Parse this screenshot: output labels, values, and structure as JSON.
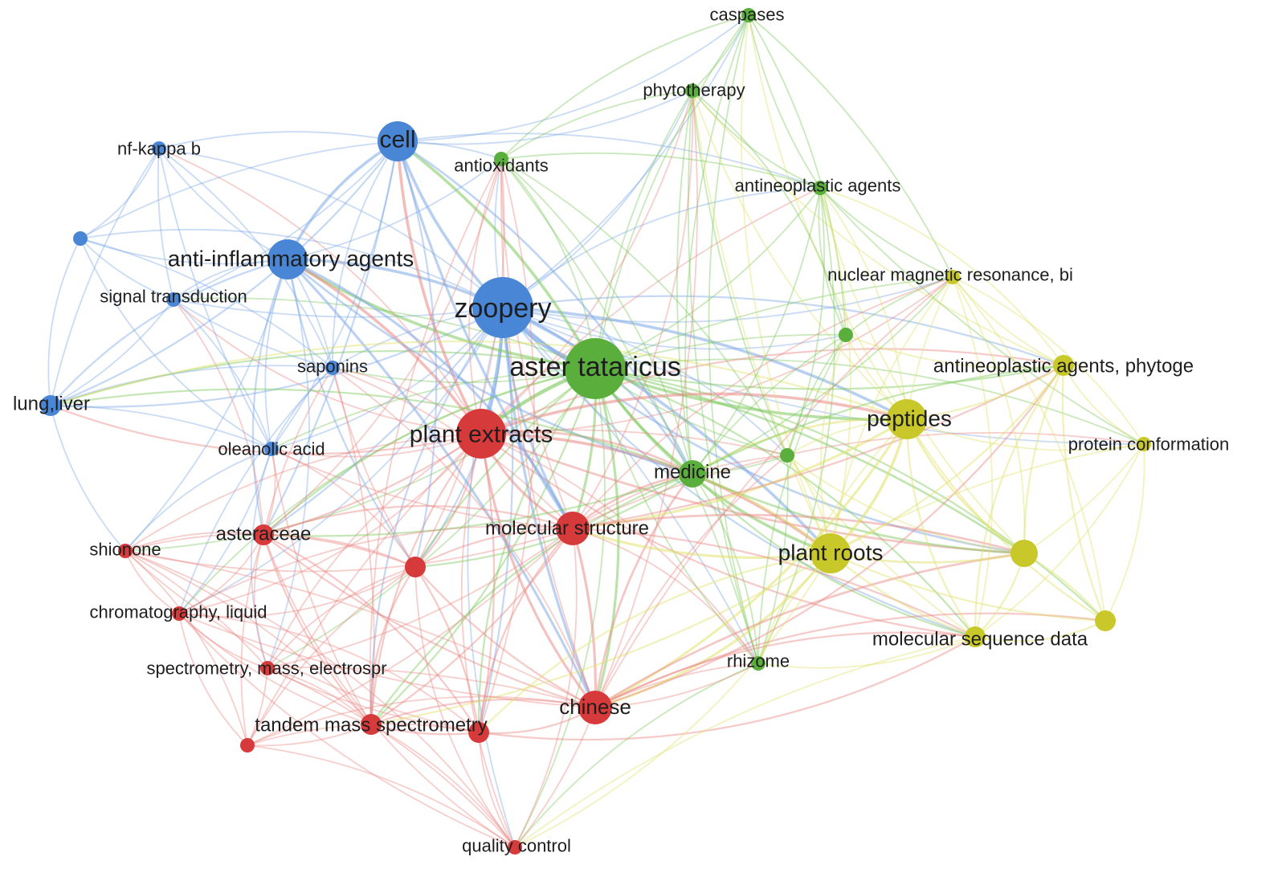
{
  "clusters": {
    "blue": {
      "color": "#4a86d6"
    },
    "green": {
      "color": "#5aaf3c"
    },
    "red": {
      "color": "#d63a3a"
    },
    "yellow": {
      "color": "#c8c82a"
    }
  },
  "edge_colors": {
    "blue": "#7ea9e6",
    "green": "#7fc95e",
    "red": "#e98a86",
    "yellow": "#e0e06a"
  },
  "nodes": [
    {
      "id": "cell",
      "label": "cell",
      "cluster": "blue",
      "weight": 6
    },
    {
      "id": "nfkappab",
      "label": "nf-kappa b",
      "cluster": "blue",
      "weight": 2
    },
    {
      "id": "bluesmall",
      "label": "",
      "cluster": "blue",
      "weight": 2
    },
    {
      "id": "antiinflam",
      "label": "anti-inflammatory agents",
      "cluster": "blue",
      "weight": 6
    },
    {
      "id": "signal",
      "label": "signal transduction",
      "cluster": "blue",
      "weight": 2
    },
    {
      "id": "zoopery",
      "label": "zoopery",
      "cluster": "blue",
      "weight": 10
    },
    {
      "id": "saponins",
      "label": "saponins",
      "cluster": "blue",
      "weight": 2
    },
    {
      "id": "lungliver",
      "label": "lung,liver",
      "cluster": "blue",
      "weight": 3
    },
    {
      "id": "oleanolic",
      "label": "oleanolic acid",
      "cluster": "blue",
      "weight": 2
    },
    {
      "id": "caspases",
      "label": "caspases",
      "cluster": "green",
      "weight": 2
    },
    {
      "id": "phytotherapy",
      "label": "phytotherapy",
      "cluster": "green",
      "weight": 2
    },
    {
      "id": "antioxidants",
      "label": "antioxidants",
      "cluster": "green",
      "weight": 2
    },
    {
      "id": "antineoplastic",
      "label": "antineoplastic agents",
      "cluster": "green",
      "weight": 2
    },
    {
      "id": "asterT",
      "label": "aster tataricus",
      "cluster": "green",
      "weight": 10
    },
    {
      "id": "greensmall1",
      "label": "",
      "cluster": "green",
      "weight": 2
    },
    {
      "id": "greensmall2",
      "label": "",
      "cluster": "green",
      "weight": 2
    },
    {
      "id": "medicine",
      "label": "medicine",
      "cluster": "green",
      "weight": 4
    },
    {
      "id": "rhizome",
      "label": "rhizome",
      "cluster": "green",
      "weight": 2
    },
    {
      "id": "plantext",
      "label": "plant extracts",
      "cluster": "red",
      "weight": 8
    },
    {
      "id": "molstruct",
      "label": "molecular structure",
      "cluster": "red",
      "weight": 5
    },
    {
      "id": "asteraceae",
      "label": "asteraceae",
      "cluster": "red",
      "weight": 3
    },
    {
      "id": "redsmall",
      "label": "",
      "cluster": "red",
      "weight": 3
    },
    {
      "id": "shionone",
      "label": "shionone",
      "cluster": "red",
      "weight": 2
    },
    {
      "id": "chromat",
      "label": "chromatography, liquid",
      "cluster": "red",
      "weight": 2
    },
    {
      "id": "spectmass",
      "label": "spectrometry, mass, electrospr",
      "cluster": "red",
      "weight": 2
    },
    {
      "id": "tandem",
      "label": "tandem mass spectrometry",
      "cluster": "red",
      "weight": 3
    },
    {
      "id": "redsmall2",
      "label": "",
      "cluster": "red",
      "weight": 3
    },
    {
      "id": "redsmall3",
      "label": "",
      "cluster": "red",
      "weight": 2
    },
    {
      "id": "chinese",
      "label": "chinese",
      "cluster": "red",
      "weight": 5
    },
    {
      "id": "quality",
      "label": "quality control",
      "cluster": "red",
      "weight": 2
    },
    {
      "id": "nmr",
      "label": "nuclear magnetic resonance, bi",
      "cluster": "yellow",
      "weight": 2
    },
    {
      "id": "antineoPhyto",
      "label": "antineoplastic agents, phytoge",
      "cluster": "yellow",
      "weight": 3
    },
    {
      "id": "peptides",
      "label": "peptides",
      "cluster": "yellow",
      "weight": 6
    },
    {
      "id": "protconf",
      "label": "protein conformation",
      "cluster": "yellow",
      "weight": 2
    },
    {
      "id": "plantroots",
      "label": "plant roots",
      "cluster": "yellow",
      "weight": 6
    },
    {
      "id": "yellowsmall",
      "label": "",
      "cluster": "yellow",
      "weight": 4
    },
    {
      "id": "yellowsmall2",
      "label": "",
      "cluster": "yellow",
      "weight": 3
    },
    {
      "id": "molseq",
      "label": "molecular sequence data",
      "cluster": "yellow",
      "weight": 3
    }
  ]
}
